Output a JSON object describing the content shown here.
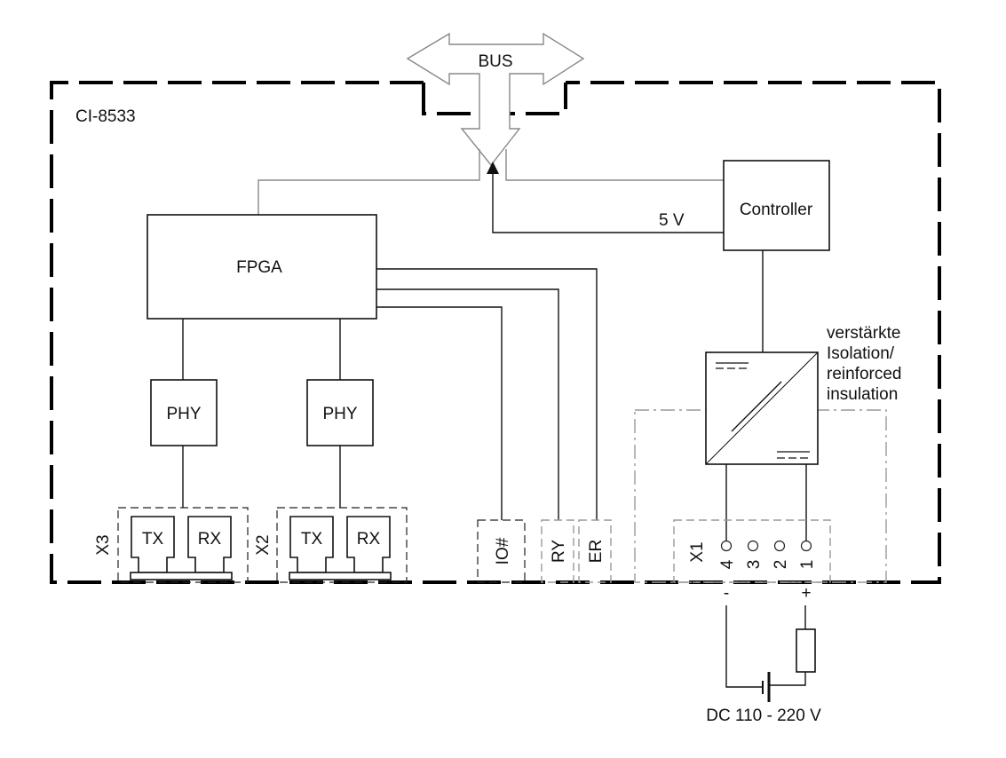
{
  "diagram": {
    "device_label": "CI-8533",
    "bus": {
      "label": "BUS"
    },
    "blocks": {
      "fpga": "FPGA",
      "controller": "Controller",
      "phy_left": "PHY",
      "phy_right": "PHY",
      "dcdc_converter": ""
    },
    "signals": {
      "supply_5v": "5 V"
    },
    "connectors": {
      "x3": {
        "name": "X3",
        "ports": [
          "TX",
          "RX"
        ]
      },
      "x2": {
        "name": "X2",
        "ports": [
          "TX",
          "RX"
        ]
      },
      "io": {
        "name": "IO#"
      },
      "ry": {
        "name": "RY"
      },
      "er": {
        "name": "ER"
      },
      "x1": {
        "name": "X1",
        "pins": [
          "4",
          "3",
          "2",
          "1"
        ]
      }
    },
    "isolation_note": {
      "lines": [
        "verstärkte",
        "Isolation/",
        "reinforced",
        "insulation"
      ]
    },
    "power_supply": {
      "minus": "-",
      "plus": "+",
      "label": "DC 110 - 220 V"
    }
  }
}
